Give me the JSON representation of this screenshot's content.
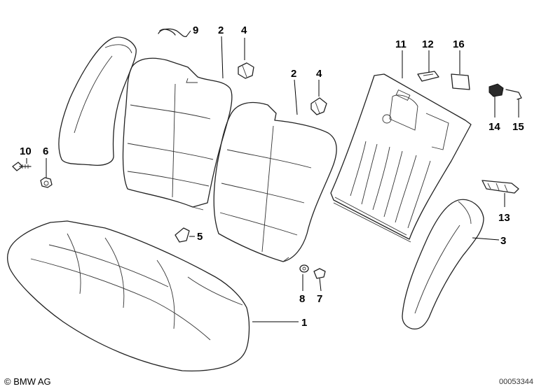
{
  "callouts": [
    {
      "id": "1",
      "text": "1"
    },
    {
      "id": "2a",
      "text": "2"
    },
    {
      "id": "2b",
      "text": "2"
    },
    {
      "id": "3",
      "text": "3"
    },
    {
      "id": "4a",
      "text": "4"
    },
    {
      "id": "4b",
      "text": "4"
    },
    {
      "id": "5",
      "text": "5"
    },
    {
      "id": "6",
      "text": "6"
    },
    {
      "id": "7",
      "text": "7"
    },
    {
      "id": "8",
      "text": "8"
    },
    {
      "id": "9",
      "text": "9"
    },
    {
      "id": "10",
      "text": "10"
    },
    {
      "id": "11",
      "text": "11"
    },
    {
      "id": "12",
      "text": "12"
    },
    {
      "id": "13",
      "text": "13"
    },
    {
      "id": "14",
      "text": "14"
    },
    {
      "id": "15",
      "text": "15"
    },
    {
      "id": "16",
      "text": "16"
    }
  ],
  "footer": {
    "copyright": "© BMW AG",
    "doc_number": "00053344"
  }
}
